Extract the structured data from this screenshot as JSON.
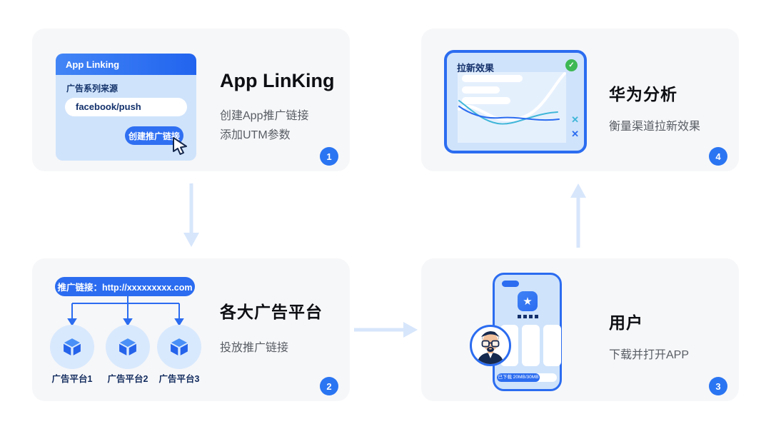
{
  "colors": {
    "primary_blue": "#2b6cf0",
    "badge_blue": "#2a75f2",
    "panel_bg": "#f6f7f9",
    "light_blue_fill": "#cfe3fb",
    "circle_fill": "#d9e9fd",
    "arrow_light_blue": "#d7e6fb",
    "navy_text": "#14306a",
    "green_check": "#3db854",
    "cyan_line": "#3fb6d8"
  },
  "step1": {
    "badge": "1",
    "title": "App LinKing",
    "desc_line1": "创建App推广链接",
    "desc_line2": "添加UTM参数",
    "card": {
      "header": "App Linking",
      "field_label": "广告系列来源",
      "field_value": "facebook/push",
      "button_label": "创建推广链接"
    }
  },
  "step2": {
    "badge": "2",
    "title": "各大广告平台",
    "desc": "投放推广链接",
    "link_pill": "推广链接：http://xxxxxxxxx.com",
    "platforms": [
      {
        "label": "广告平台1"
      },
      {
        "label": "广告平台2"
      },
      {
        "label": "广告平台3"
      }
    ]
  },
  "step3": {
    "badge": "3",
    "title": "用户",
    "desc": "下载并打开APP",
    "download_text": "已下载 20MB/30MB",
    "app_icon_glyph": "★"
  },
  "step4": {
    "badge": "4",
    "title": "华为分析",
    "desc": "衡量渠道拉新效果",
    "chart_title": "拉新效果",
    "check_glyph": "✓",
    "x_glyph": "✕"
  }
}
